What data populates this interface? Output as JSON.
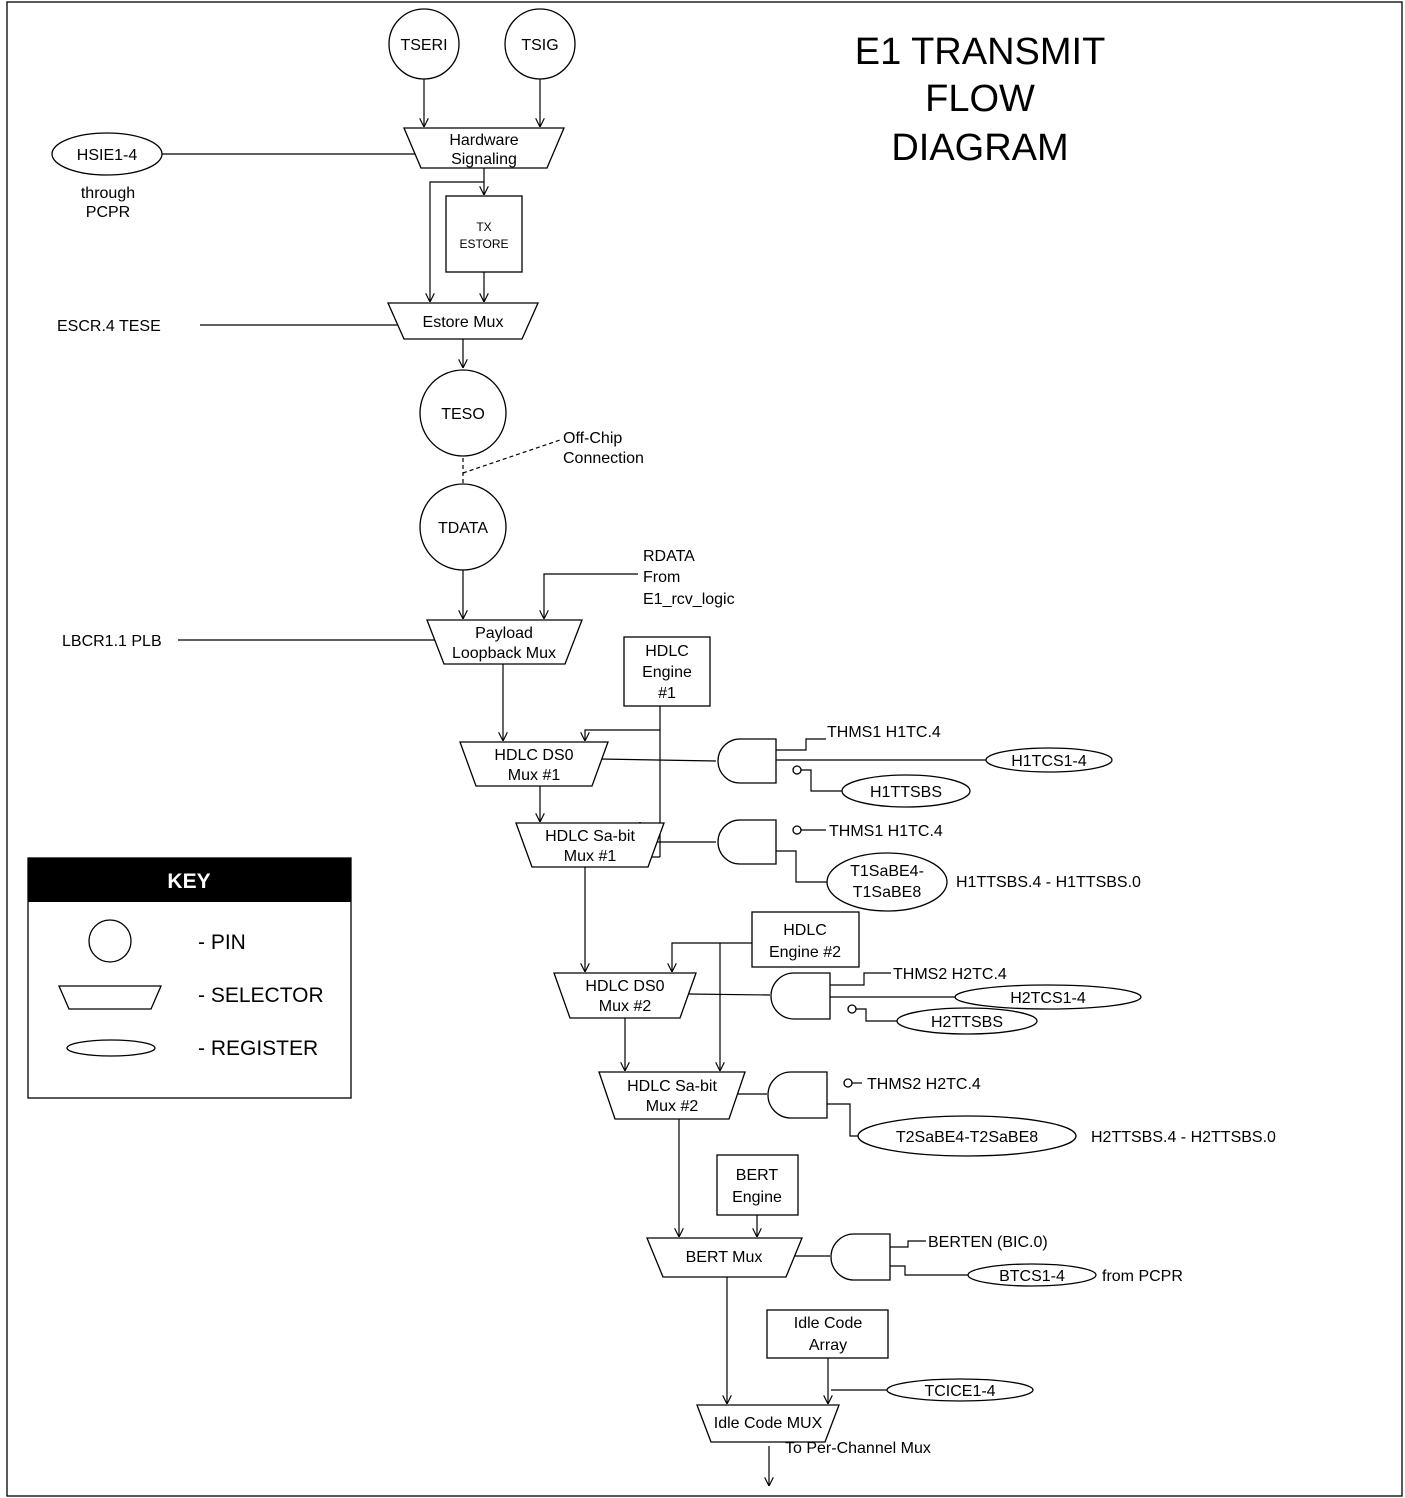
{
  "title": [
    "E1 TRANSMIT",
    "FLOW",
    "DIAGRAM"
  ],
  "pins": {
    "tseri": "TSERI",
    "tsig": "TSIG",
    "teso": "TESO",
    "tdata": "TDATA"
  },
  "selectors": {
    "hw_signaling": [
      "Hardware",
      "Signaling"
    ],
    "estore_mux": [
      "Estore Mux"
    ],
    "payload_loopback": [
      "Payload",
      "Loopback Mux"
    ],
    "hdlc_ds0_1": [
      "HDLC DS0",
      "Mux #1"
    ],
    "hdlc_sabit_1": [
      "HDLC Sa-bit",
      "Mux #1"
    ],
    "hdlc_ds0_2": [
      "HDLC DS0",
      "Mux #2"
    ],
    "hdlc_sabit_2": [
      "HDLC Sa-bit",
      "Mux #2"
    ],
    "bert_mux": [
      "BERT Mux"
    ],
    "idle_code_mux": [
      "Idle Code MUX"
    ]
  },
  "boxes": {
    "tx_estore": [
      "TX",
      "ESTORE"
    ],
    "hdlc_engine_1": [
      "HDLC",
      "Engine",
      "#1"
    ],
    "hdlc_engine_2": [
      "HDLC",
      "Engine #2"
    ],
    "bert_engine": [
      "BERT",
      "Engine"
    ],
    "idle_code_array": [
      "Idle Code",
      "Array"
    ]
  },
  "registers": {
    "hsie": "HSIE1-4",
    "h1tcs": "H1TCS1-4",
    "h1ttsbs": "H1TTSBS",
    "t1sabe": [
      "T1SaBE4-",
      "T1SaBE8"
    ],
    "h2tcs": "H2TCS1-4",
    "h2ttsbs": "H2TTSBS",
    "t2sabe": "T2SaBE4-T2SaBE8",
    "btcs": "BTCS1-4",
    "tcice": "TCICE1-4"
  },
  "labels": {
    "through_pcpr": [
      "through",
      "PCPR"
    ],
    "escr": "ESCR.4  TESE",
    "off_chip": [
      "Off-Chip",
      "Connection"
    ],
    "rdata": [
      "RDATA",
      "From",
      "E1_rcv_logic"
    ],
    "lbcr": "LBCR1.1 PLB",
    "thms1_a": "THMS1 H1TC.4",
    "thms1_b": "THMS1 H1TC.4",
    "h1ttsbs_range": "H1TTSBS.4 - H1TTSBS.0",
    "thms2_a": "THMS2 H2TC.4",
    "thms2_b": "THMS2 H2TC.4",
    "h2ttsbs_range": "H2TTSBS.4 - H2TTSBS.0",
    "berten": "BERTEN (BIC.0)",
    "from_pcpr": "from PCPR",
    "to_per_channel": "To Per-Channel Mux"
  },
  "key": {
    "heading": "KEY",
    "pin": "- PIN",
    "selector": "- SELECTOR",
    "register": "- REGISTER"
  }
}
